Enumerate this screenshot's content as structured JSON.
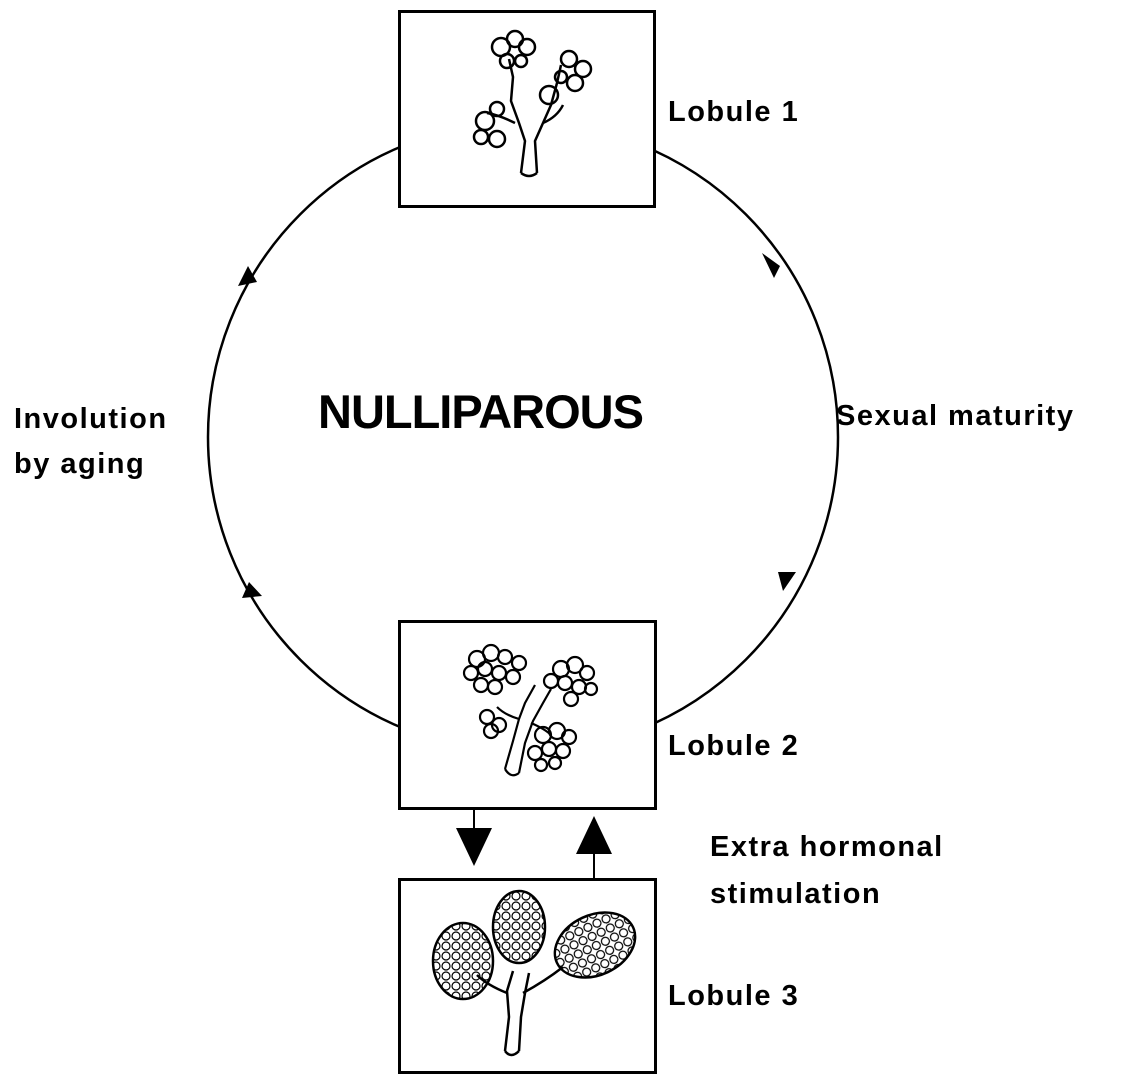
{
  "center_title": "NULLIPAROUS",
  "stages": [
    {
      "id": "lobule1",
      "label": "Lobule 1"
    },
    {
      "id": "lobule2",
      "label": "Lobule 2"
    },
    {
      "id": "lobule3",
      "label": "Lobule 3"
    }
  ],
  "transitions": {
    "sexual_maturity": "Sexual maturity",
    "involution_line1": "Involution",
    "involution_line2": "by aging",
    "hormonal_line1": "Extra hormonal",
    "hormonal_line2": "stimulation"
  }
}
